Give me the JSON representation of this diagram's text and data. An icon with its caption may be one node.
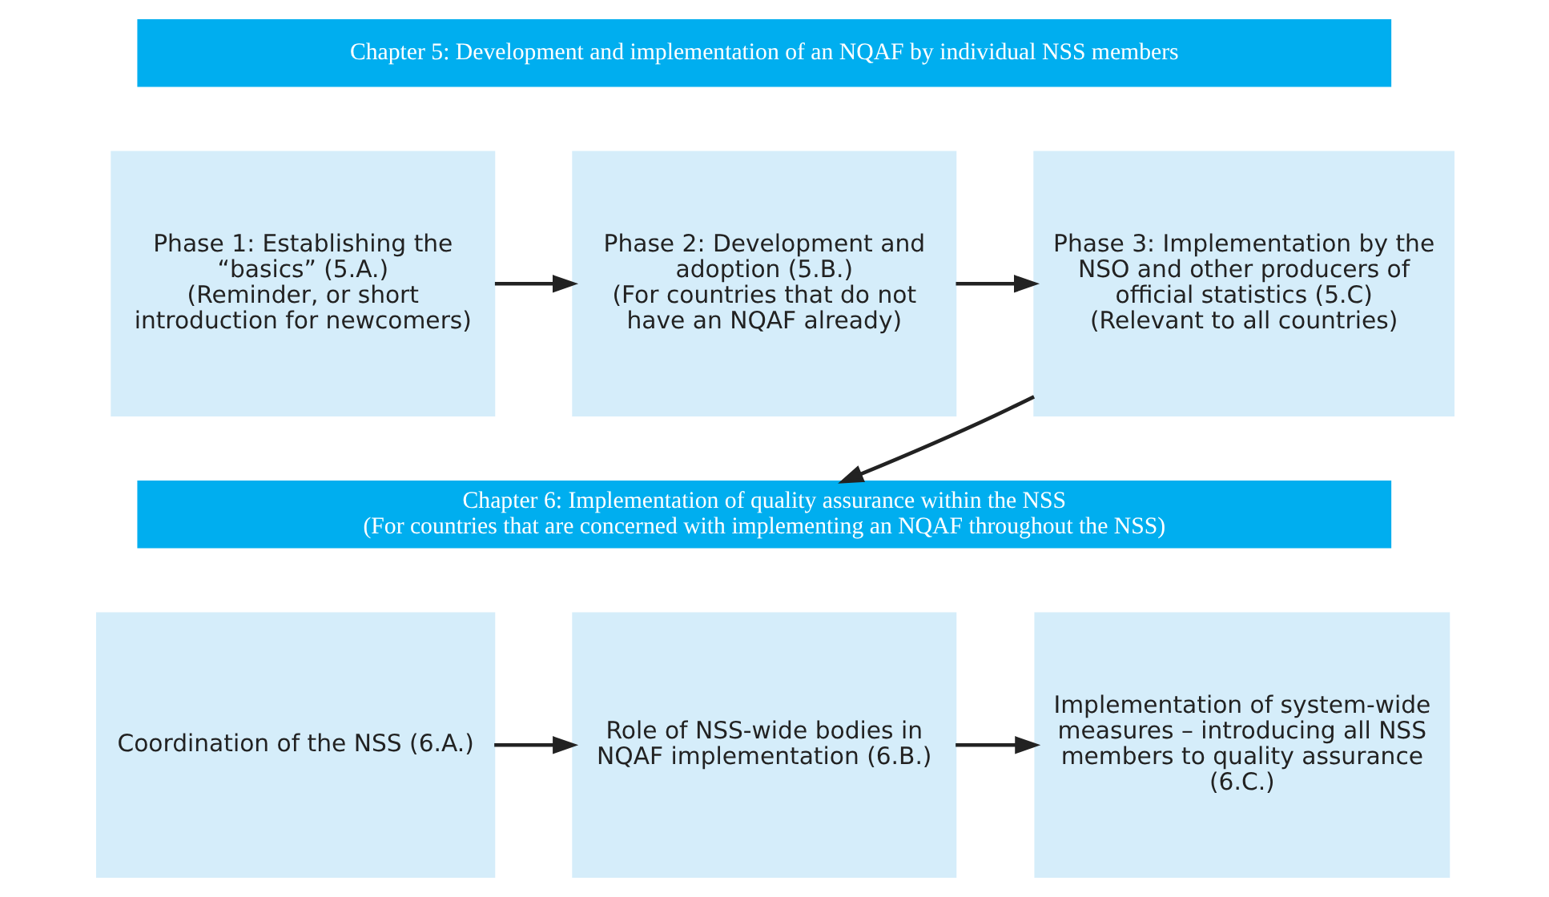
{
  "diagram": {
    "nodes": [
      {
        "text": [
          "Chapter 5: Development and implementation of an NQAF by individual NSS members"
        ]
      },
      {
        "text": [
          "Phase 1: Establishing the “basics” (5.A.)",
          "(Reminder, or short introduction for newcomers)"
        ]
      },
      {
        "text": [
          "Phase 2: Development and adoption (5.B.)",
          "(For countries that do not have an NQAF already)"
        ]
      },
      {
        "text": [
          "Phase 3: Implementation by the NSO and other producers of official statistics (5.C)",
          "(Relevant to all countries)"
        ]
      },
      {
        "text": [
          "Chapter 6: Implementation of quality assurance within the NSS",
          "(For countries that are concerned with implementing an NQAF throughout the NSS)"
        ]
      },
      {
        "text": [
          "Coordination of the NSS (6.A.)"
        ]
      },
      {
        "text": [
          "Role of NSS-wide bodies in NQAF implementation (6.B.)"
        ]
      },
      {
        "text": [
          "Implementation of system-wide measures – introducing all NSS members to quality assurance (6.C.)"
        ]
      }
    ],
    "edges": [
      {
        "from": 1,
        "to": 2,
        "arrow": "to"
      },
      {
        "from": 2,
        "to": 3,
        "arrow": "to"
      },
      {
        "from": 3,
        "to": 4,
        "arrow": "to"
      },
      {
        "from": 5,
        "to": 6,
        "arrow": "to"
      },
      {
        "from": 6,
        "to": 7,
        "arrow": "to"
      }
    ]
  }
}
